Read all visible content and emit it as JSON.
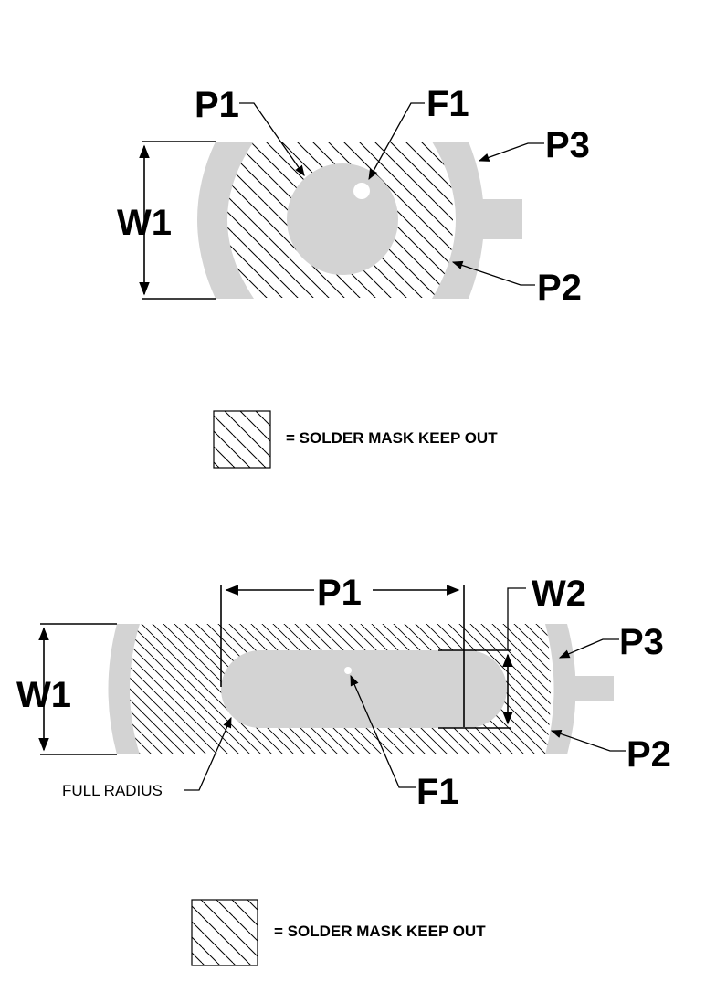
{
  "diagram_top": {
    "labels": {
      "p1": "P1",
      "f1": "F1",
      "p3": "P3",
      "w1": "W1",
      "p2": "P2"
    },
    "legend_text": "= SOLDER MASK KEEP OUT"
  },
  "diagram_bottom": {
    "labels": {
      "p1": "P1",
      "w2": "W2",
      "w1": "W1",
      "p3": "P3",
      "p2": "P2",
      "f1": "F1",
      "full_radius": "FULL RADIUS"
    },
    "legend_text": "= SOLDER MASK KEEP OUT"
  },
  "colors": {
    "pad_fill": "#d3d3d3",
    "line": "#000000",
    "background": "#ffffff"
  }
}
